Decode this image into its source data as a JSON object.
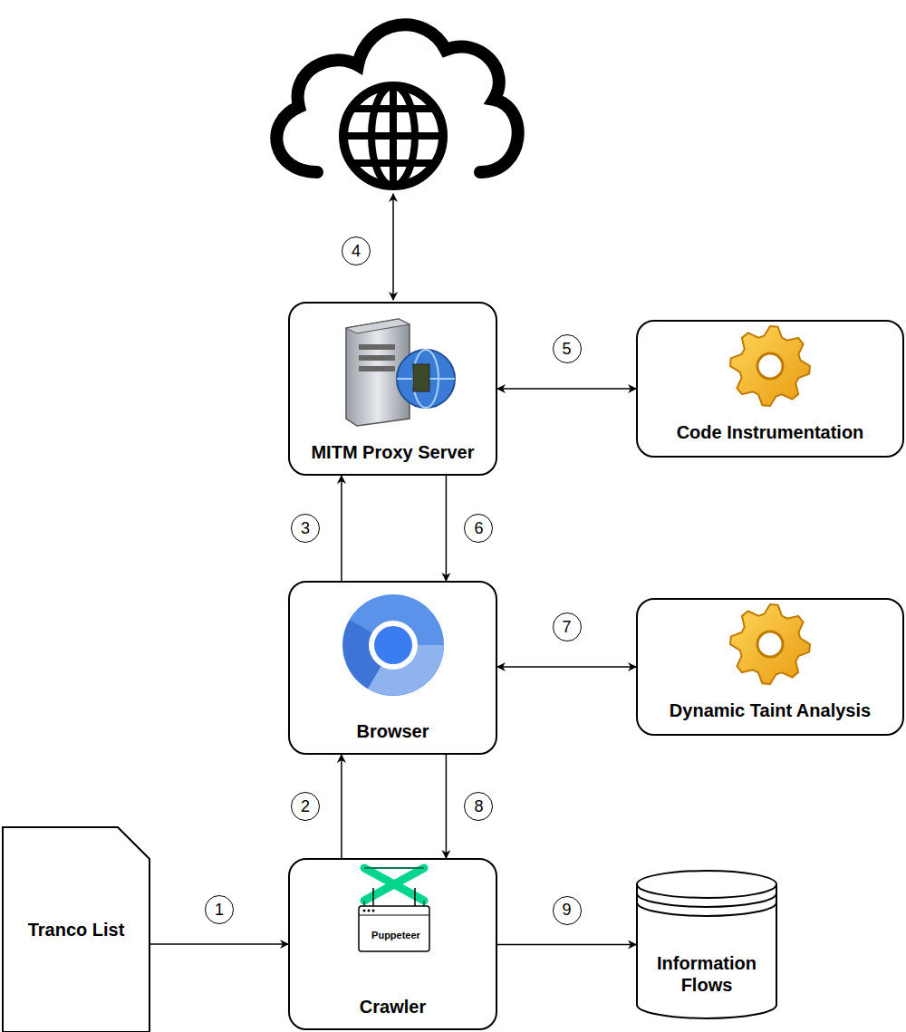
{
  "diagram": {
    "nodes": [
      {
        "text": [
          "MITM Proxy Server"
        ]
      },
      {
        "text": [
          "Code Instrumentation"
        ]
      },
      {
        "text": [
          "Browser"
        ]
      },
      {
        "text": [
          "Dynamic Taint Analysis"
        ]
      },
      {
        "text": [
          "Tranco List"
        ]
      },
      {
        "text": [
          "Puppeteer",
          "Crawler"
        ]
      },
      {
        "text": [
          "Information Flows"
        ]
      }
    ],
    "edges": [
      {
        "from": 4,
        "to": 5,
        "label": "1",
        "arrow": "to"
      },
      {
        "from": 5,
        "to": 2,
        "label": "2",
        "arrow": "to"
      },
      {
        "from": 2,
        "to": 0,
        "label": "3",
        "arrow": "to"
      },
      {
        "from": 0,
        "to": 1,
        "label": "5",
        "arrow": "both"
      },
      {
        "from": 0,
        "to": 2,
        "label": "6",
        "arrow": "to"
      },
      {
        "from": 2,
        "to": 3,
        "label": "7",
        "arrow": "both"
      },
      {
        "from": 2,
        "to": 5,
        "label": "8",
        "arrow": "to"
      },
      {
        "from": 5,
        "to": 6,
        "label": "9",
        "arrow": "to"
      }
    ],
    "labels": [
      "4"
    ]
  }
}
